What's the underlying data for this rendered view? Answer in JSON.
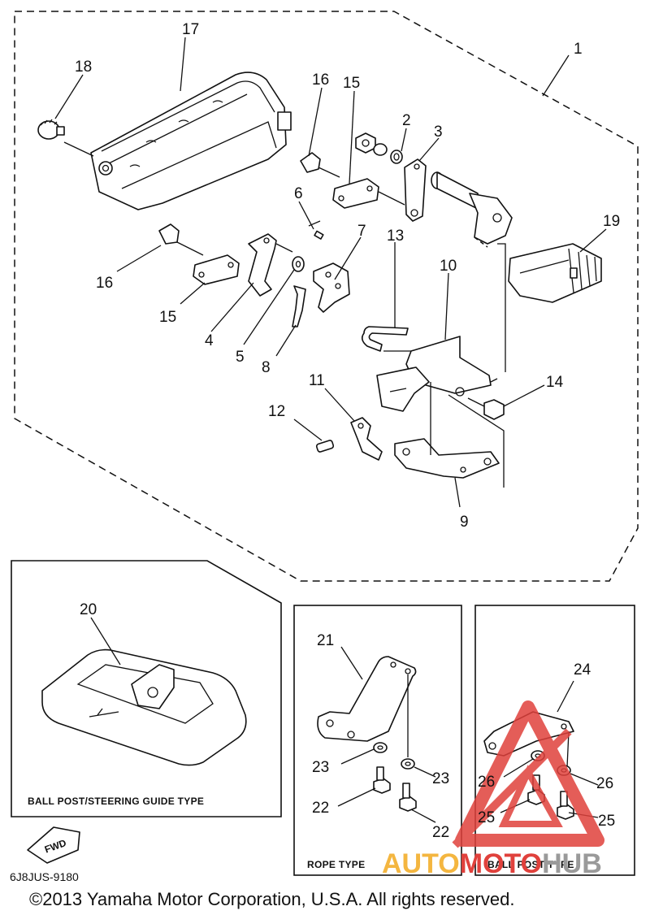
{
  "diagram": {
    "part_labels": [
      {
        "id": "p1",
        "text": "1"
      },
      {
        "id": "p2",
        "text": "2"
      },
      {
        "id": "p3",
        "text": "3"
      },
      {
        "id": "p4",
        "text": "4"
      },
      {
        "id": "p5",
        "text": "5"
      },
      {
        "id": "p6",
        "text": "6"
      },
      {
        "id": "p7",
        "text": "7"
      },
      {
        "id": "p8",
        "text": "8"
      },
      {
        "id": "p9",
        "text": "9"
      },
      {
        "id": "p10",
        "text": "10"
      },
      {
        "id": "p11",
        "text": "11"
      },
      {
        "id": "p12",
        "text": "12"
      },
      {
        "id": "p13",
        "text": "13"
      },
      {
        "id": "p14",
        "text": "14"
      },
      {
        "id": "p15a",
        "text": "15"
      },
      {
        "id": "p15b",
        "text": "15"
      },
      {
        "id": "p16a",
        "text": "16"
      },
      {
        "id": "p16b",
        "text": "16"
      },
      {
        "id": "p17",
        "text": "17"
      },
      {
        "id": "p18",
        "text": "18"
      },
      {
        "id": "p19",
        "text": "19"
      },
      {
        "id": "p20",
        "text": "20"
      },
      {
        "id": "p21",
        "text": "21"
      },
      {
        "id": "p22a",
        "text": "22"
      },
      {
        "id": "p22b",
        "text": "22"
      },
      {
        "id": "p23a",
        "text": "23"
      },
      {
        "id": "p23b",
        "text": "23"
      },
      {
        "id": "p24",
        "text": "24"
      },
      {
        "id": "p25a",
        "text": "25"
      },
      {
        "id": "p25b",
        "text": "25"
      },
      {
        "id": "p26a",
        "text": "26"
      },
      {
        "id": "p26b",
        "text": "26"
      }
    ],
    "captions": {
      "ball_post_steering": "BALL POST/STEERING  GUIDE  TYPE",
      "rope_type": "ROPE  TYPE",
      "ball_post_type": "BALL  POST  TYPE"
    },
    "fwd_label": "FWD",
    "drawing_code": "6J8JUS-9180",
    "copyright": "©2013 Yamaha Motor Corporation, U.S.A. All rights reserved.",
    "watermark": {
      "part1": "AUTO",
      "part2": "MOTO",
      "part3": "HUB"
    },
    "colors": {
      "watermark_orange": "#f4b640",
      "watermark_red": "#e0413c",
      "watermark_grey": "#9a9a9a",
      "line": "#111111"
    }
  }
}
